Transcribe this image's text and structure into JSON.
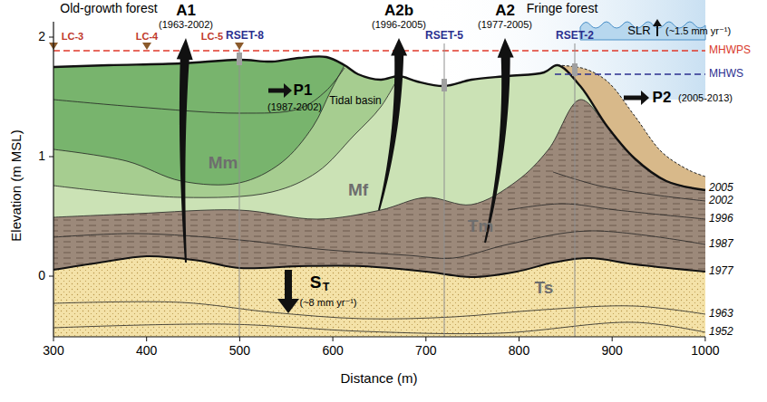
{
  "diagram": {
    "labels": [
      "Old-growth forest",
      "Fringe forest",
      "A1",
      "(1963-2002)",
      "RSET-8",
      "A2b",
      "(1996-2005)",
      "RSET-5",
      "A2",
      "(1977-2005)",
      "RSET-2",
      "SLR",
      "LC-3",
      "LC-4",
      "LC-5",
      "MHWPS",
      "(~1.5 mm yr⁻¹)",
      "MHWS",
      "Mm",
      "P1",
      "(1987-2002)",
      "Tidal basin",
      "P2",
      "(2005-2013)",
      "2005",
      "2002",
      "1996",
      "Mf",
      "1987",
      "Tm",
      "1977",
      "S",
      "T",
      "(~8 mm yr⁻¹)",
      "1963",
      "Ts",
      "1952",
      "2",
      "1",
      "0",
      "Elevation (m MSL)",
      "300",
      "400",
      "500",
      "600",
      "700",
      "800",
      "900",
      "1000",
      "Distance (m)"
    ]
  }
}
